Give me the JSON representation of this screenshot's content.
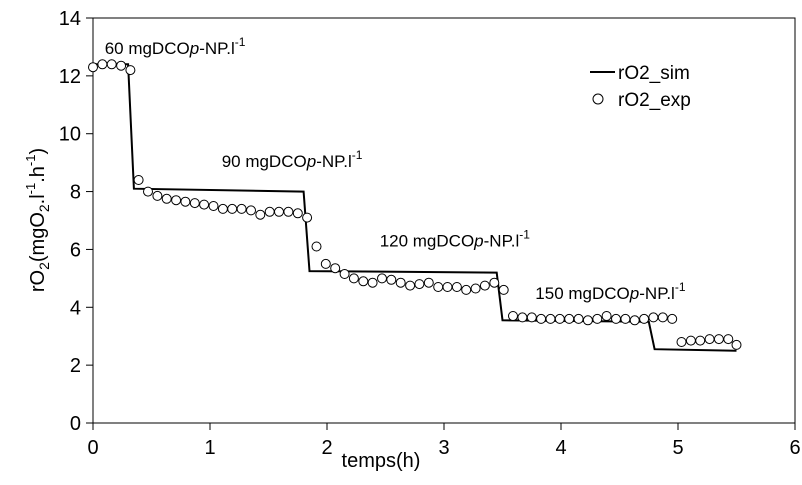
{
  "chart_data": {
    "type": "line",
    "title": "",
    "xlabel": "temps(h)",
    "ylabel": "rO2(mgO2.l-1.h-1)",
    "xlim": [
      0,
      6
    ],
    "ylim": [
      0,
      14
    ],
    "xticks": [
      0,
      1,
      2,
      3,
      4,
      5,
      6
    ],
    "yticks": [
      0,
      2,
      4,
      6,
      8,
      10,
      12,
      14
    ],
    "grid": false,
    "legend_position": "top-right",
    "series": [
      {
        "name": "rO2_sim",
        "style": "line",
        "color": "#000000",
        "points": [
          [
            0.0,
            12.4
          ],
          [
            0.3,
            12.4
          ],
          [
            0.35,
            8.1
          ],
          [
            1.8,
            8.0
          ],
          [
            1.85,
            5.25
          ],
          [
            3.45,
            5.2
          ],
          [
            3.5,
            3.55
          ],
          [
            4.75,
            3.5
          ],
          [
            4.8,
            2.55
          ],
          [
            5.5,
            2.5
          ]
        ]
      },
      {
        "name": "rO2_exp",
        "style": "marker",
        "marker": "open-circle",
        "color": "#000000",
        "points": [
          [
            0.0,
            12.3
          ],
          [
            0.08,
            12.4
          ],
          [
            0.16,
            12.4
          ],
          [
            0.24,
            12.35
          ],
          [
            0.32,
            12.2
          ],
          [
            0.39,
            8.4
          ],
          [
            0.47,
            8.0
          ],
          [
            0.55,
            7.85
          ],
          [
            0.63,
            7.75
          ],
          [
            0.71,
            7.7
          ],
          [
            0.79,
            7.65
          ],
          [
            0.87,
            7.6
          ],
          [
            0.95,
            7.55
          ],
          [
            1.03,
            7.5
          ],
          [
            1.11,
            7.4
          ],
          [
            1.19,
            7.4
          ],
          [
            1.27,
            7.4
          ],
          [
            1.35,
            7.35
          ],
          [
            1.43,
            7.2
          ],
          [
            1.51,
            7.3
          ],
          [
            1.59,
            7.3
          ],
          [
            1.67,
            7.3
          ],
          [
            1.75,
            7.25
          ],
          [
            1.83,
            7.1
          ],
          [
            1.91,
            6.1
          ],
          [
            1.99,
            5.5
          ],
          [
            2.07,
            5.35
          ],
          [
            2.15,
            5.15
          ],
          [
            2.23,
            5.0
          ],
          [
            2.31,
            4.9
          ],
          [
            2.39,
            4.85
          ],
          [
            2.47,
            5.0
          ],
          [
            2.55,
            4.95
          ],
          [
            2.63,
            4.85
          ],
          [
            2.71,
            4.75
          ],
          [
            2.79,
            4.8
          ],
          [
            2.87,
            4.85
          ],
          [
            2.95,
            4.7
          ],
          [
            3.03,
            4.7
          ],
          [
            3.11,
            4.7
          ],
          [
            3.19,
            4.6
          ],
          [
            3.27,
            4.65
          ],
          [
            3.35,
            4.75
          ],
          [
            3.43,
            4.85
          ],
          [
            3.51,
            4.6
          ],
          [
            3.59,
            3.7
          ],
          [
            3.67,
            3.65
          ],
          [
            3.75,
            3.65
          ],
          [
            3.83,
            3.6
          ],
          [
            3.91,
            3.6
          ],
          [
            3.99,
            3.6
          ],
          [
            4.07,
            3.6
          ],
          [
            4.15,
            3.6
          ],
          [
            4.23,
            3.55
          ],
          [
            4.31,
            3.6
          ],
          [
            4.39,
            3.7
          ],
          [
            4.47,
            3.6
          ],
          [
            4.55,
            3.6
          ],
          [
            4.63,
            3.55
          ],
          [
            4.71,
            3.6
          ],
          [
            4.79,
            3.65
          ],
          [
            4.87,
            3.65
          ],
          [
            4.95,
            3.6
          ],
          [
            5.03,
            2.8
          ],
          [
            5.11,
            2.85
          ],
          [
            5.19,
            2.85
          ],
          [
            5.27,
            2.9
          ],
          [
            5.35,
            2.9
          ],
          [
            5.43,
            2.9
          ],
          [
            5.5,
            2.7
          ]
        ]
      }
    ],
    "annotations": [
      {
        "id": "phase-60",
        "prefix": "60 mgDCO",
        "italic": "p",
        "suffix": "-NP.l",
        "sup": "-1",
        "x": 0.1,
        "y": 12.75
      },
      {
        "id": "phase-90",
        "prefix": "90 mgDCO",
        "italic": "p",
        "suffix": "-NP.l",
        "sup": "-1",
        "x": 1.1,
        "y": 8.85
      },
      {
        "id": "phase-120",
        "prefix": "120 mgDCO",
        "italic": "p",
        "suffix": "-NP.l",
        "sup": "-1",
        "x": 2.45,
        "y": 6.1
      },
      {
        "id": "phase-150",
        "prefix": "150 mgDCO",
        "italic": "p",
        "suffix": "-NP.l",
        "sup": "-1",
        "x": 3.78,
        "y": 4.28
      }
    ]
  }
}
